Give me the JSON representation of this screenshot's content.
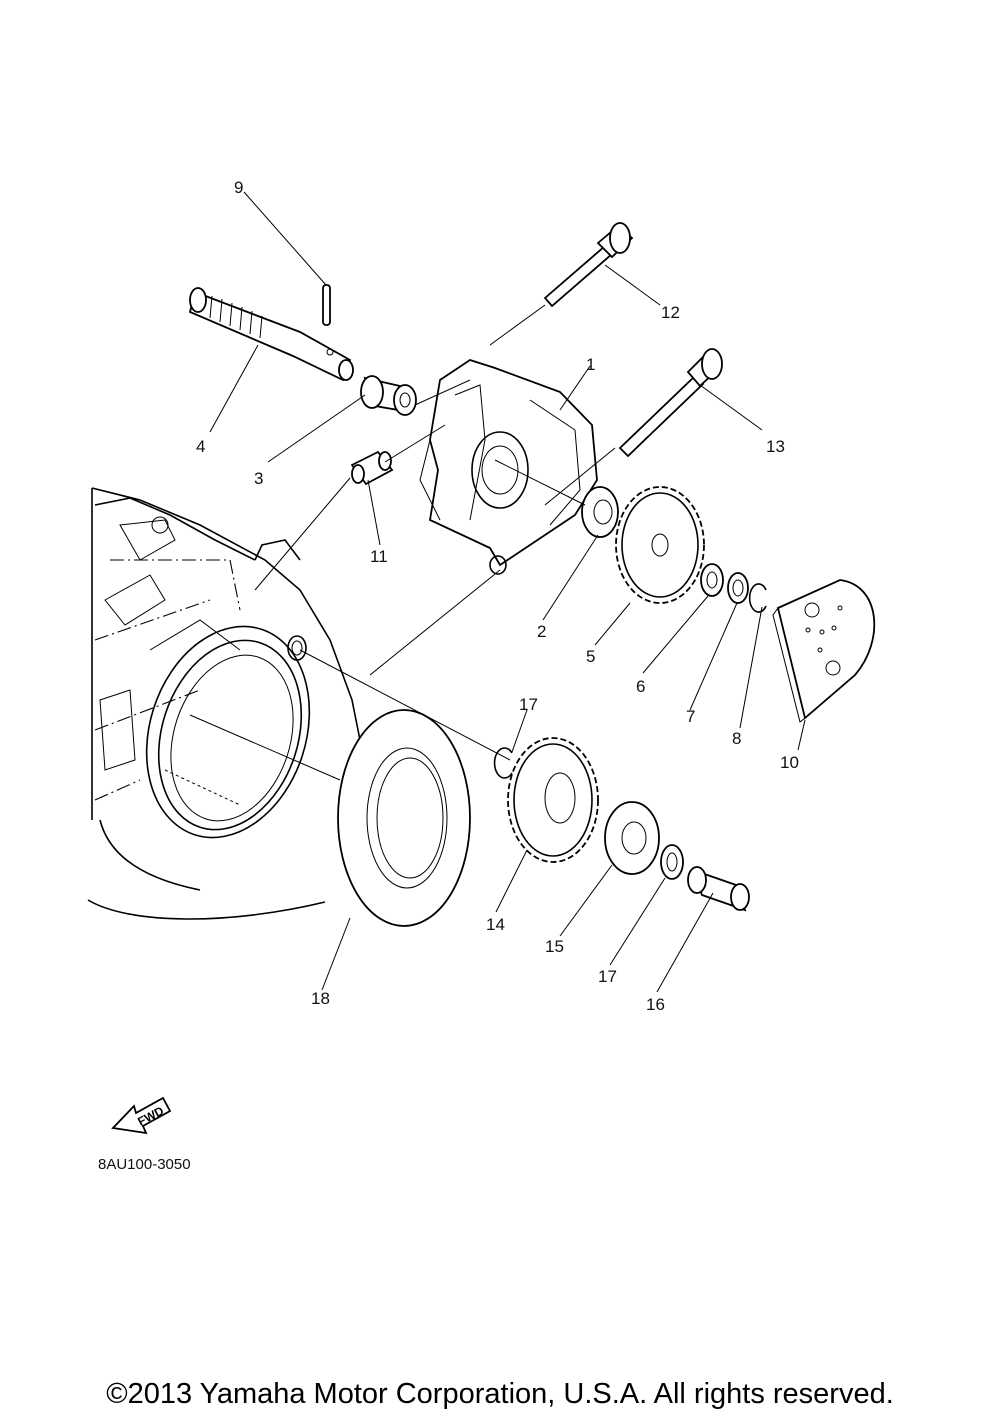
{
  "diagram": {
    "callouts": {
      "c1": "1",
      "c2": "2",
      "c3": "3",
      "c4": "4",
      "c5": "5",
      "c6": "6",
      "c7": "7",
      "c8": "8",
      "c9": "9",
      "c10": "10",
      "c11": "11",
      "c12": "12",
      "c13": "13",
      "c14": "14",
      "c15": "15",
      "c16": "16",
      "c17a": "17",
      "c17b": "17",
      "c18": "18"
    },
    "fwd_label": "FWD",
    "drawing_code": "8AU100-3050"
  },
  "footer": {
    "copyright": "©2013 Yamaha Motor Corporation, U.S.A. All rights reserved."
  }
}
